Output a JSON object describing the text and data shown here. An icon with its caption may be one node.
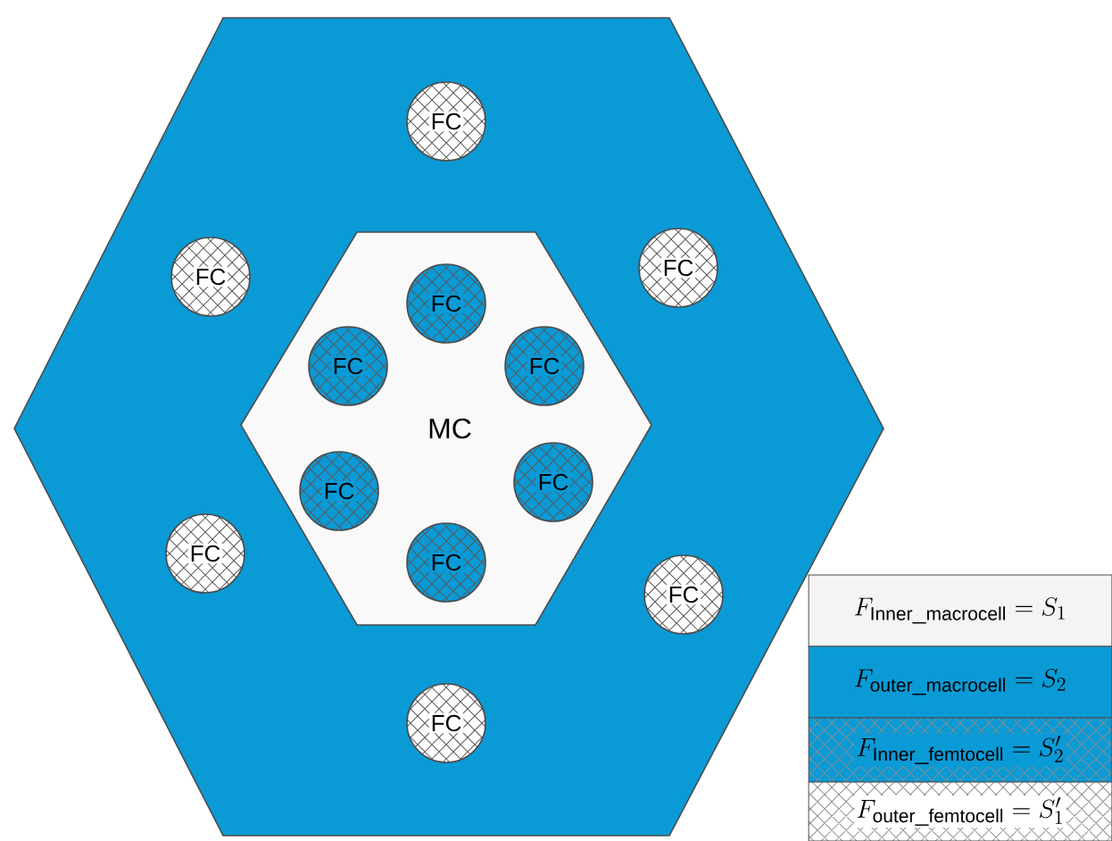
{
  "diagram": {
    "nodes": [
      {
        "text": [],
        "shape": "hexagon"
      },
      {
        "text": [
          "MC"
        ],
        "in": 0
      },
      {
        "text": [
          "FC"
        ],
        "in": 0
      },
      {
        "text": [
          "FC"
        ],
        "in": 0
      },
      {
        "text": [
          "FC"
        ],
        "in": 0
      },
      {
        "text": [
          "FC"
        ],
        "in": 0
      },
      {
        "text": [
          "FC"
        ],
        "in": 0
      },
      {
        "text": [
          "FC"
        ],
        "in": 0
      },
      {
        "text": [
          "FC"
        ],
        "in": 1
      },
      {
        "text": [
          "FC"
        ],
        "in": 1
      },
      {
        "text": [
          "FC"
        ],
        "in": 1
      },
      {
        "text": [
          "FC"
        ],
        "in": 1
      },
      {
        "text": [
          "FC"
        ],
        "in": 1
      },
      {
        "text": [
          "FC"
        ],
        "in": 1
      }
    ],
    "legend": [
      {
        "text": "F_{\\mathrm{Inner\\_macrocell}} = S_{1}",
        "color": "#f4f4f4"
      },
      {
        "text": "F_{\\mathrm{outer\\_macrocell}} = S_{2}",
        "color": "#0a9ad6"
      },
      {
        "text": "F_{\\mathrm{Inner\\_femtocell}} = S'_{2}"
      },
      {
        "text": "F_{\\mathrm{outer\\_femtocell}} = S'_{1}"
      }
    ]
  }
}
